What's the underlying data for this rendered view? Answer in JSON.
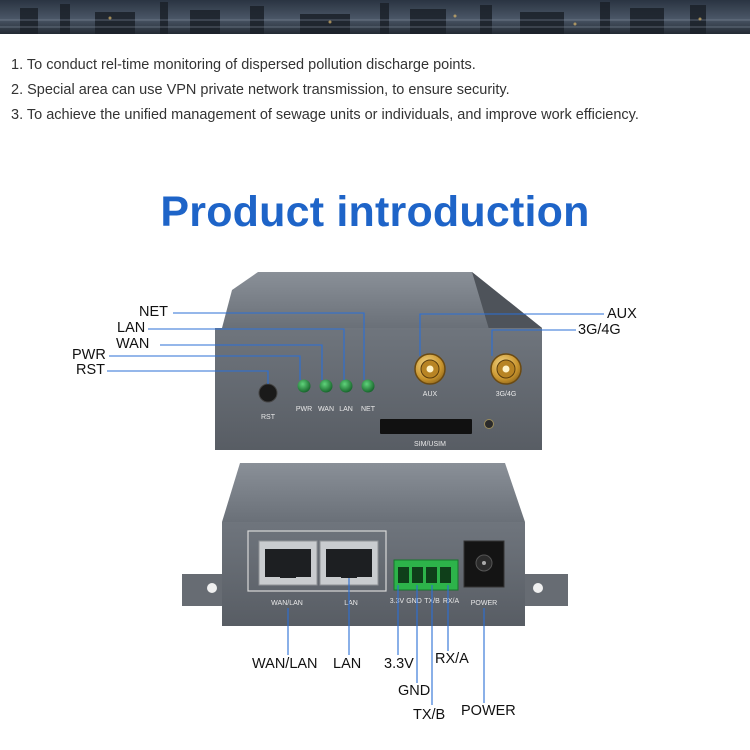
{
  "features": [
    "1. To conduct rel-time monitoring of dispersed pollution discharge points.",
    "2. Special area can use VPN private network transmission, to ensure security.",
    "3. To achieve the unified management of sewage units or individuals, and improve work efficiency."
  ],
  "section_title": "Product introduction",
  "front_panel": {
    "callouts": {
      "net": "NET",
      "lan": "LAN",
      "wan": "WAN",
      "pwr": "PWR",
      "rst": "RST",
      "aux": "AUX",
      "antenna": "3G/4G"
    },
    "printed": {
      "rst": "RST",
      "pwr": "PWR",
      "wan": "WAN",
      "lan": "LAN",
      "net": "NET",
      "sim": "SIM/USIM",
      "aux": "AUX",
      "antenna": "3G/4G"
    }
  },
  "rear_panel": {
    "callouts": {
      "wan_lan": "WAN/LAN",
      "lan": "LAN",
      "v33": "3.3V",
      "gnd": "GND",
      "txb": "TX/B",
      "rxa": "RX/A",
      "power": "POWER"
    },
    "printed": {
      "wan_lan": "WAN/LAN",
      "lan": "LAN",
      "v33": "3.3V",
      "gnd": "GND",
      "txb": "TX/B",
      "rxa": "RX/A",
      "power": "POWER"
    }
  },
  "colors": {
    "title": "#1e64c8",
    "leader_line": "#2b6fd6",
    "chassis": "#6b7078",
    "led": "#1f8a3a",
    "connector": "#2db34a"
  }
}
